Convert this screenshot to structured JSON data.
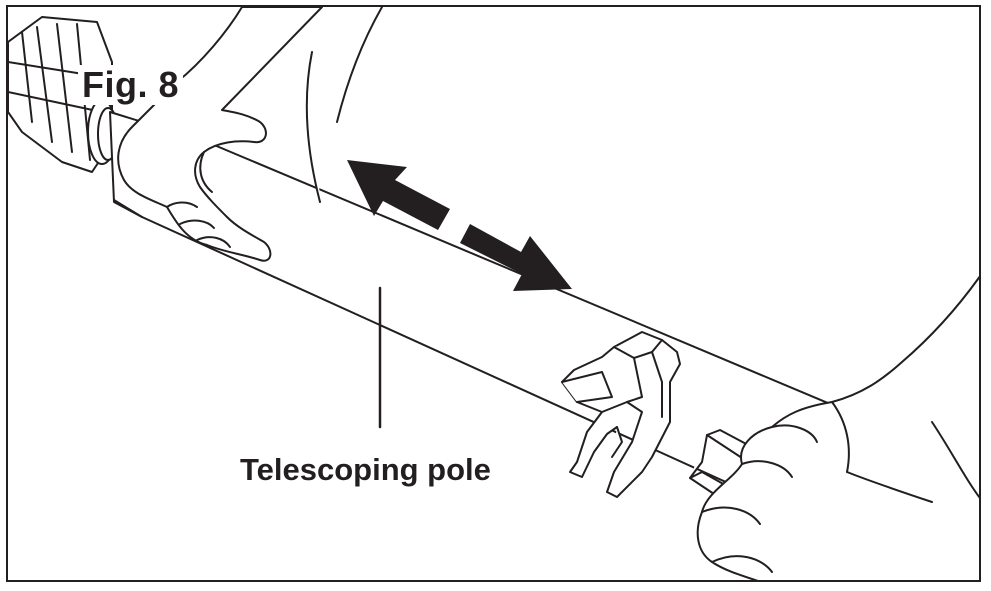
{
  "figure": {
    "label": "Fig. 8",
    "callout": "Telescoping pole"
  },
  "style": {
    "line_color": "#231f20",
    "fill_color": "#ffffff",
    "arrow_color": "#231f20"
  },
  "illustration": {
    "subject": "hands adjusting telescoping pole",
    "arrow": "double-headed-dashed-arrow"
  }
}
